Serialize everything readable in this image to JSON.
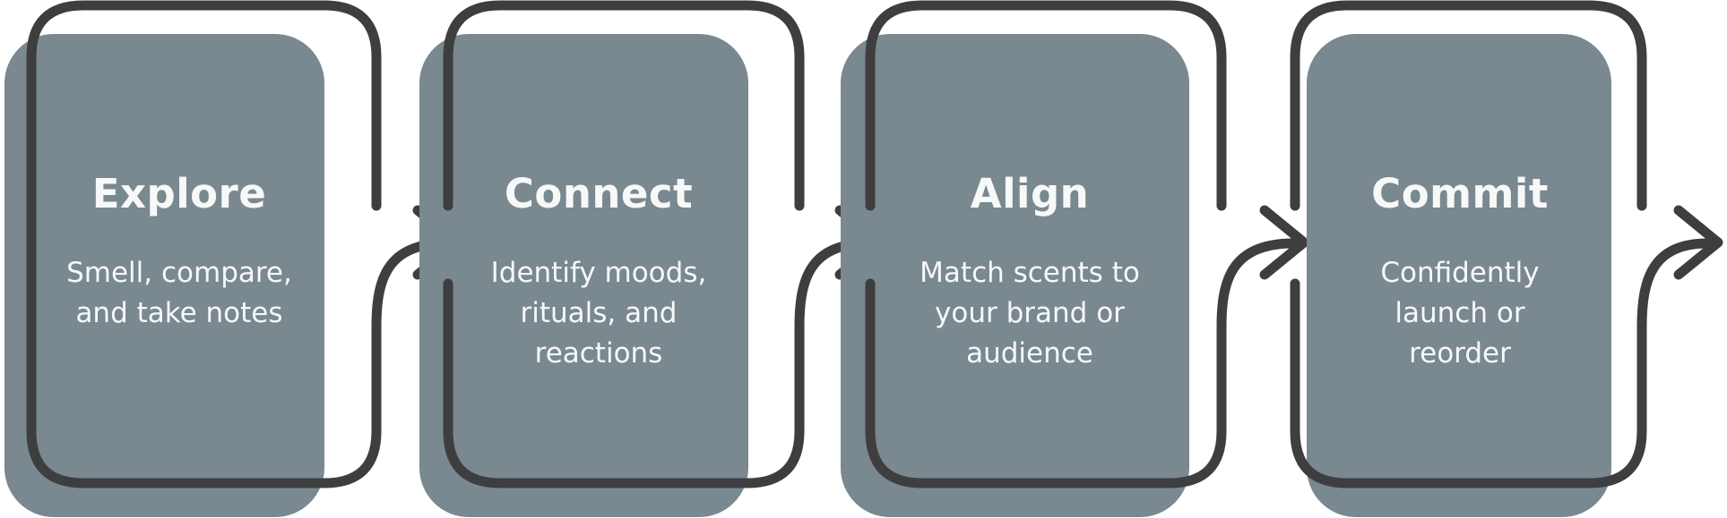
{
  "diagram": {
    "type": "process-flow",
    "steps": [
      {
        "title": "Explore",
        "description": "Smell, compare,\nand take notes"
      },
      {
        "title": "Connect",
        "description": "Identify moods,\nrituals, and\nreactions"
      },
      {
        "title": "Align",
        "description": "Match scents to\nyour brand or\naudience"
      },
      {
        "title": "Commit",
        "description": "Confidently\nlaunch or\nreorder"
      }
    ],
    "connector": "arrow-right",
    "colors": {
      "card_fill": "#7A8890",
      "outline": "#3E3E40",
      "text": "#F7F8F8",
      "background": "#FFFFFF"
    }
  }
}
